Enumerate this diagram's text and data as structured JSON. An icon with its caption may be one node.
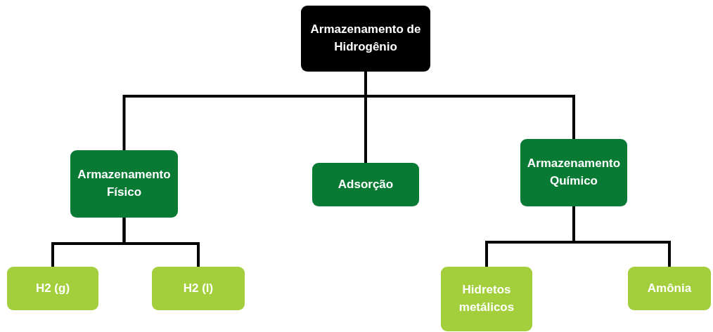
{
  "diagram": {
    "nodes": [
      {
        "text": [
          "Armazenamento de Hidrogênio"
        ]
      },
      {
        "text": [
          "Armazenamento Físico"
        ]
      },
      {
        "text": [
          "Adsorção"
        ]
      },
      {
        "text": [
          "Armazenamento Químico"
        ]
      },
      {
        "text": [
          "H2 (g)"
        ]
      },
      {
        "text": [
          "H2 (l)"
        ]
      },
      {
        "text": [
          "Hidretos metálicos"
        ]
      },
      {
        "text": [
          "Amônia"
        ]
      }
    ],
    "edges": [
      {
        "from": 0,
        "to": 1,
        "arrow": "none"
      },
      {
        "from": 0,
        "to": 2,
        "arrow": "none"
      },
      {
        "from": 0,
        "to": 3,
        "arrow": "none"
      },
      {
        "from": 1,
        "to": 4,
        "arrow": "none"
      },
      {
        "from": 1,
        "to": 5,
        "arrow": "none"
      },
      {
        "from": 3,
        "to": 6,
        "arrow": "none"
      },
      {
        "from": 3,
        "to": 7,
        "arrow": "none"
      }
    ]
  }
}
